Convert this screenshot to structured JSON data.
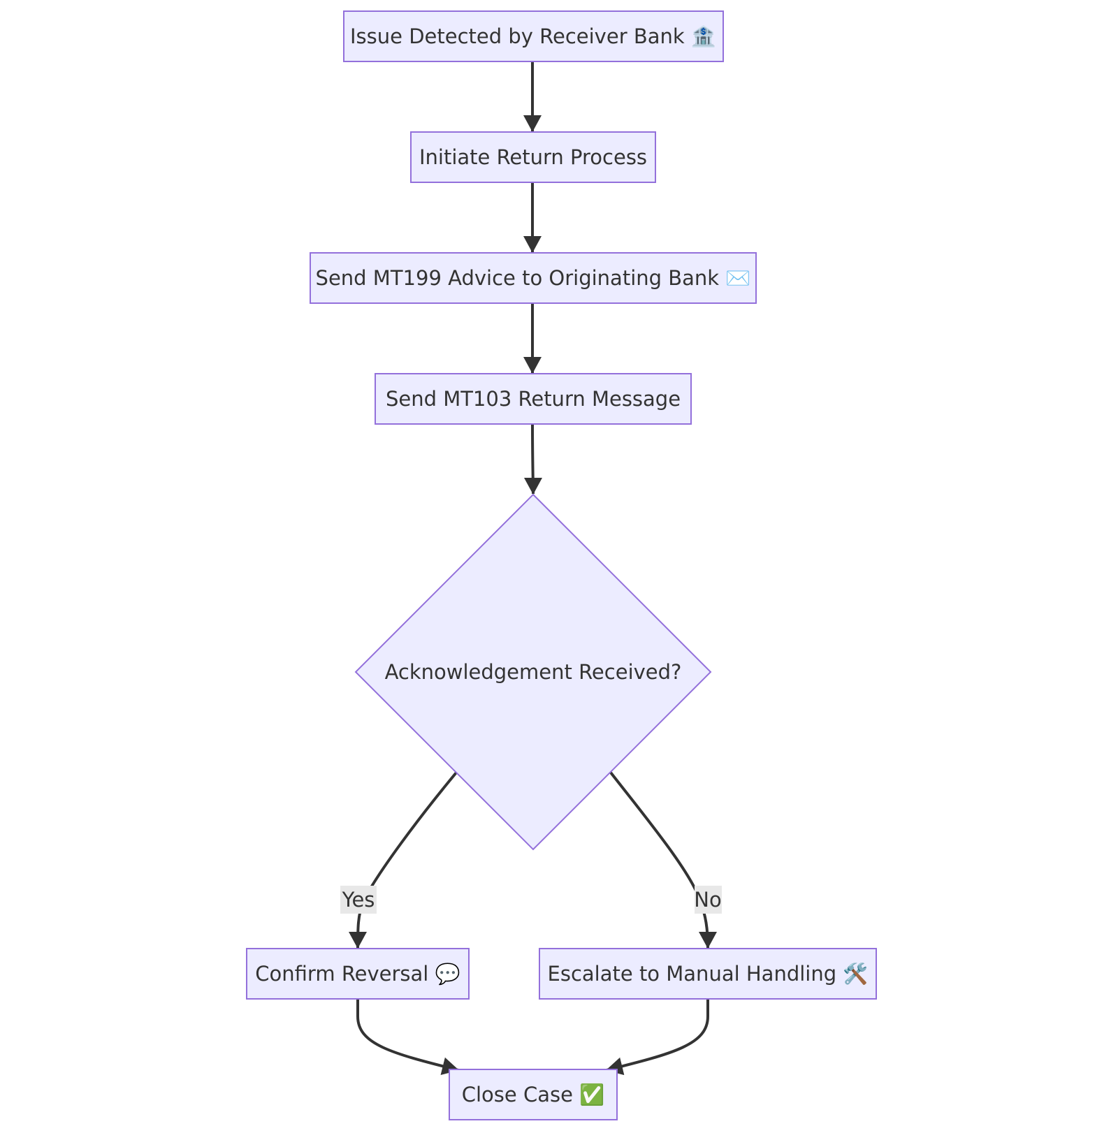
{
  "colors": {
    "node_fill": "#ECECFF",
    "node_stroke": "#9370DB",
    "edge": "#333333",
    "text": "#333333",
    "edge_label_bg": "#e8e8e8"
  },
  "nodes": {
    "issue": {
      "label": "Issue Detected by Receiver Bank 🏦"
    },
    "initiate": {
      "label": "Initiate Return Process"
    },
    "mt199": {
      "label": "Send MT199 Advice to Originating Bank ✉️"
    },
    "mt103": {
      "label": "Send MT103 Return Message"
    },
    "ack": {
      "label": "Acknowledgement Received?"
    },
    "confirm": {
      "label": "Confirm Reversal 💬"
    },
    "escalate": {
      "label": "Escalate to Manual Handling 🛠️"
    },
    "close": {
      "label": "Close Case ✅"
    }
  },
  "edges": {
    "yes": {
      "label": "Yes"
    },
    "no": {
      "label": "No"
    }
  }
}
